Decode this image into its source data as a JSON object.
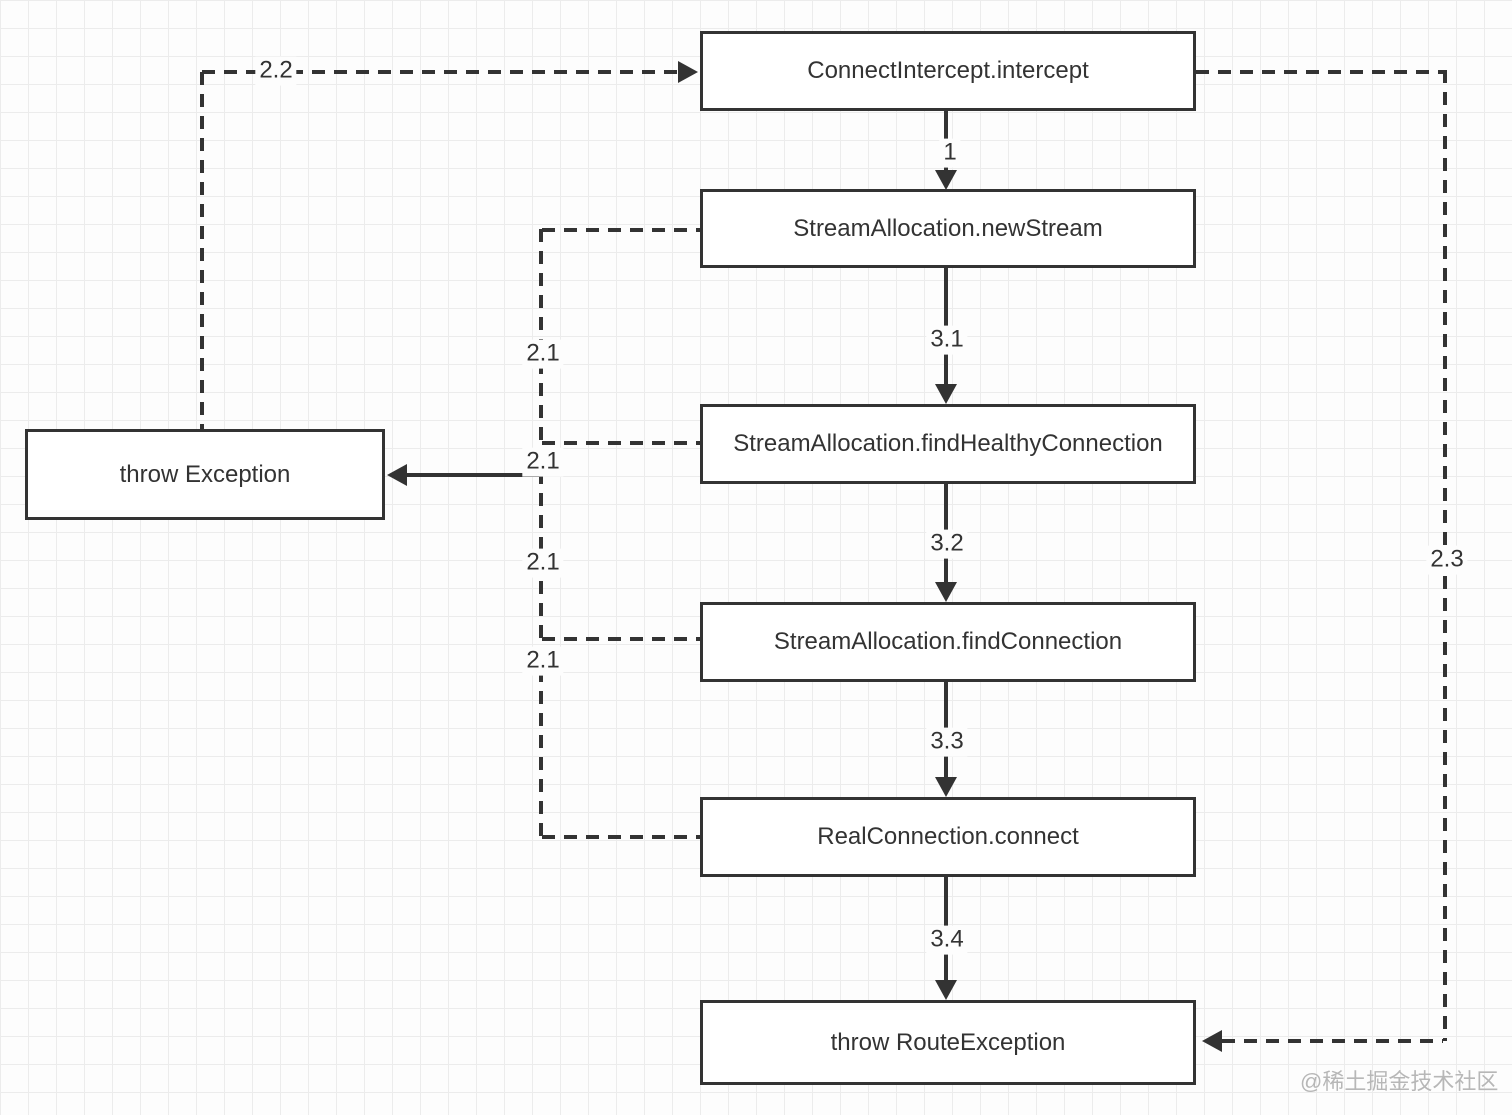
{
  "diagram": {
    "nodes": {
      "connect_intercept": "ConnectIntercept.intercept",
      "new_stream": "StreamAllocation.newStream",
      "find_healthy": "StreamAllocation.findHealthyConnection",
      "find_connection": "StreamAllocation.findConnection",
      "real_connection": "RealConnection.connect",
      "throw_route": "throw RouteException",
      "throw_exception": "throw Exception"
    },
    "edge_labels": {
      "step_1": "1",
      "step_3_1": "3.1",
      "step_3_2": "3.2",
      "step_3_3": "3.3",
      "step_3_4": "3.4",
      "back_2_1_a": "2.1",
      "back_2_1_b": "2.1",
      "back_2_1_c": "2.1",
      "back_2_1_d": "2.1",
      "retry_2_2": "2.2",
      "route_2_3": "2.3"
    },
    "watermark": "@稀土掘金技术社区",
    "colors": {
      "line": "#333333",
      "box_border": "#333333",
      "box_fill": "#ffffff",
      "text": "#333333",
      "grid": "#ececec",
      "background": "#fdfdfd",
      "watermark": "#b7b7b7"
    }
  }
}
